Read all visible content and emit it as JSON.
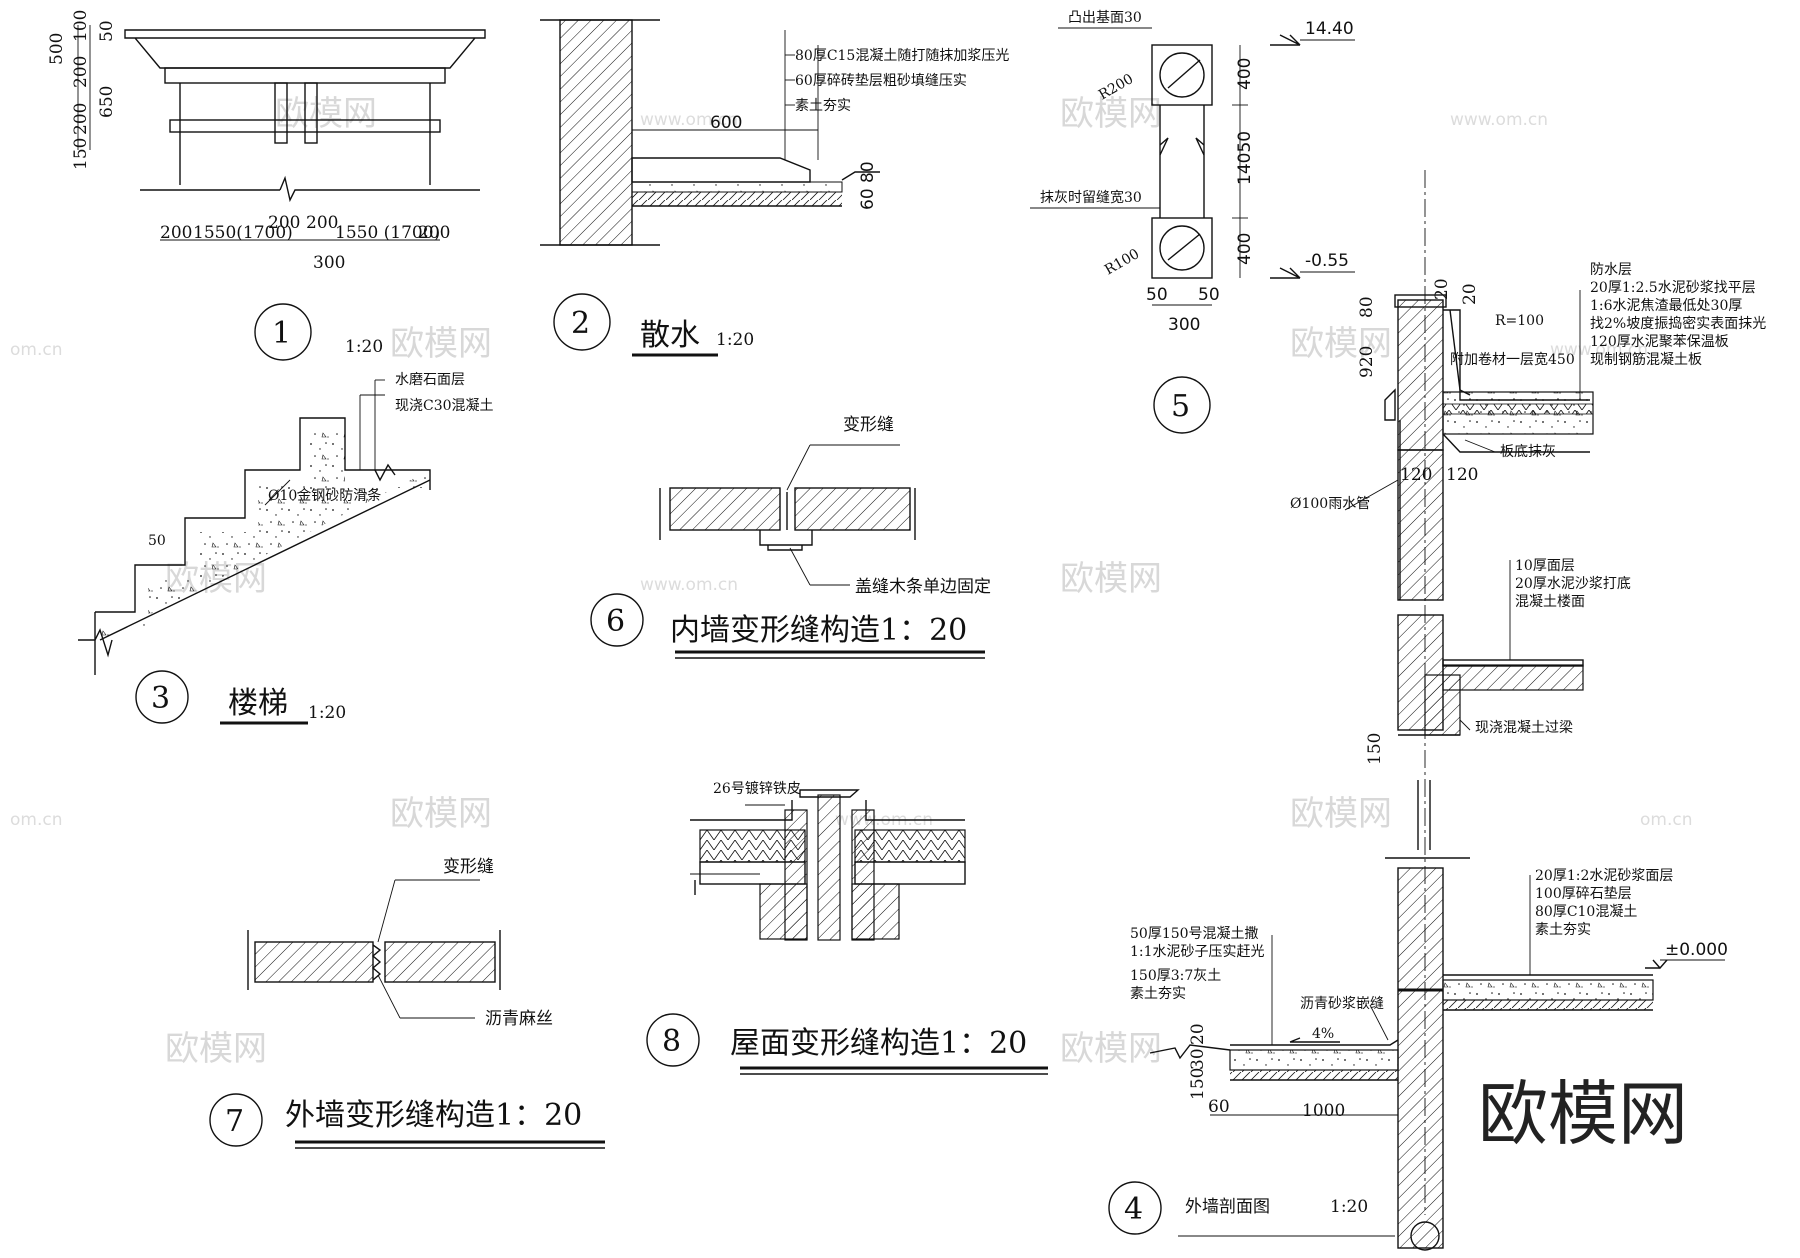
{
  "detail1": {
    "dims_vertical": [
      "500",
      "100",
      "50",
      "200",
      "650",
      "150",
      "200"
    ],
    "dims_bottom": [
      "200",
      "1550(1700)",
      "200",
      "200",
      "1550 (1700)",
      "200"
    ],
    "dim_300": "300",
    "number": "1",
    "scale": "1:20"
  },
  "detail2": {
    "notes": [
      "80厚C15混凝土随打随抹加浆压光",
      "60厚碎砖垫层粗砂填缝压实",
      "素土夯实"
    ],
    "dim_600": "600",
    "dim_6080": "60 80",
    "number": "2",
    "title": "散水",
    "scale": "1:20"
  },
  "detail3": {
    "notes": [
      "水磨石面层",
      "现浇C30混凝土"
    ],
    "rod_note": "Ø10金钢砂防滑条",
    "dim_50": "50",
    "number": "3",
    "title": "楼梯",
    "scale": "1:20"
  },
  "detail5": {
    "note_top": "凸出基面30",
    "note_mid": "抹灰时留缝宽30",
    "r_top": "R200",
    "r_bottom": "R100",
    "elev_top": "14.40",
    "elev_bottom": "-0.55",
    "dims_v": [
      "400",
      "14050",
      "400"
    ],
    "dims_h": [
      "50",
      "50",
      "300"
    ],
    "number": "5"
  },
  "detail6": {
    "label_top": "变形缝",
    "label_bottom": "盖缝木条单边固定",
    "number": "6",
    "title": "内墙变形缝构造1：20"
  },
  "detail7": {
    "label_top": "变形缝",
    "label_bottom": "沥青麻丝",
    "number": "7",
    "title": "外墙变形缝构造1：20"
  },
  "detail8": {
    "label": "26号镀锌铁皮",
    "number": "8",
    "title": "屋面变形缝构造1：20"
  },
  "detail4": {
    "roof_notes": [
      "防水层",
      "20厚1:2.5水泥砂浆找平层",
      "1:6水泥焦渣最低处30厚",
      "找2%坡度振捣密实表面抹光",
      "120厚水泥聚苯保温板",
      "现制钢筋混凝土板"
    ],
    "r100": "R=100",
    "flashing": "附加卷材一层宽450",
    "ceiling": "板底抹灰",
    "pipe": "Ø100雨水管",
    "floor_notes": [
      "10厚面层",
      "20厚水泥沙浆打底",
      "混凝土楼面"
    ],
    "lintel": "现浇混凝土过梁",
    "ground_notes": [
      "20厚1:2水泥砂浆面层",
      "100厚碎石垫层",
      "80厚C10混凝土",
      "素土夯实"
    ],
    "elev_0": "±0.000",
    "apron_notes": [
      "50厚150号混凝土撒",
      "1:1水泥砂子压实赶光",
      "150厚3:7灰土",
      "素土夯实"
    ],
    "joint": "沥青砂浆嵌缝",
    "slope": "4%",
    "dims": [
      "80",
      "920",
      "20",
      "20",
      "120",
      "120",
      "150",
      "20",
      "30",
      "150",
      "60",
      "1000"
    ],
    "number": "4",
    "title": "外墙剖面图",
    "scale": "1:20"
  },
  "watermarks": {
    "cn": "欧模网",
    "url": "www.om.cn",
    "url_short": "om.cn",
    "brand": "欧模网"
  }
}
